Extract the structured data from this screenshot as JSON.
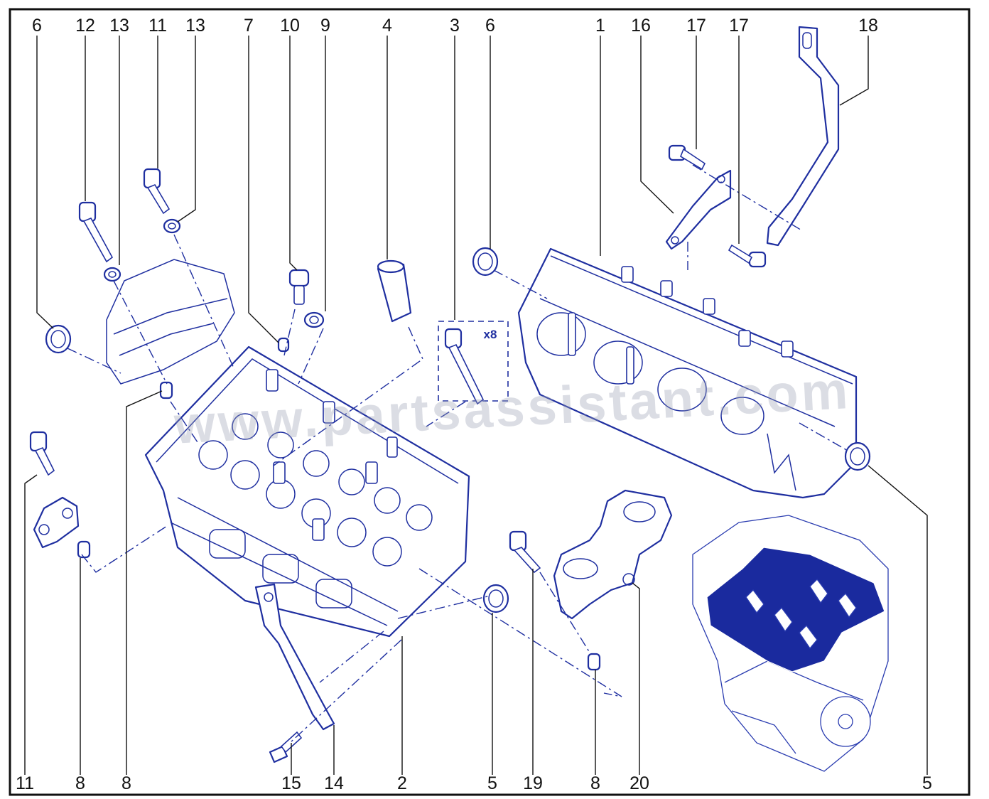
{
  "watermark": "www.partsassistant.com",
  "quantity_note": "x8",
  "colors": {
    "line_art": "#1f2fa0",
    "highlight": "#1a2a9e",
    "labels": "#111111"
  },
  "callouts_top": [
    "6",
    "12",
    "13",
    "11",
    "13",
    "7",
    "10",
    "9",
    "4",
    "3",
    "6",
    "1",
    "16",
    "17",
    "17",
    "18"
  ],
  "callouts_bottom": [
    "11",
    "8",
    "8",
    "15",
    "14",
    "2",
    "5",
    "19",
    "8",
    "20",
    "5"
  ]
}
